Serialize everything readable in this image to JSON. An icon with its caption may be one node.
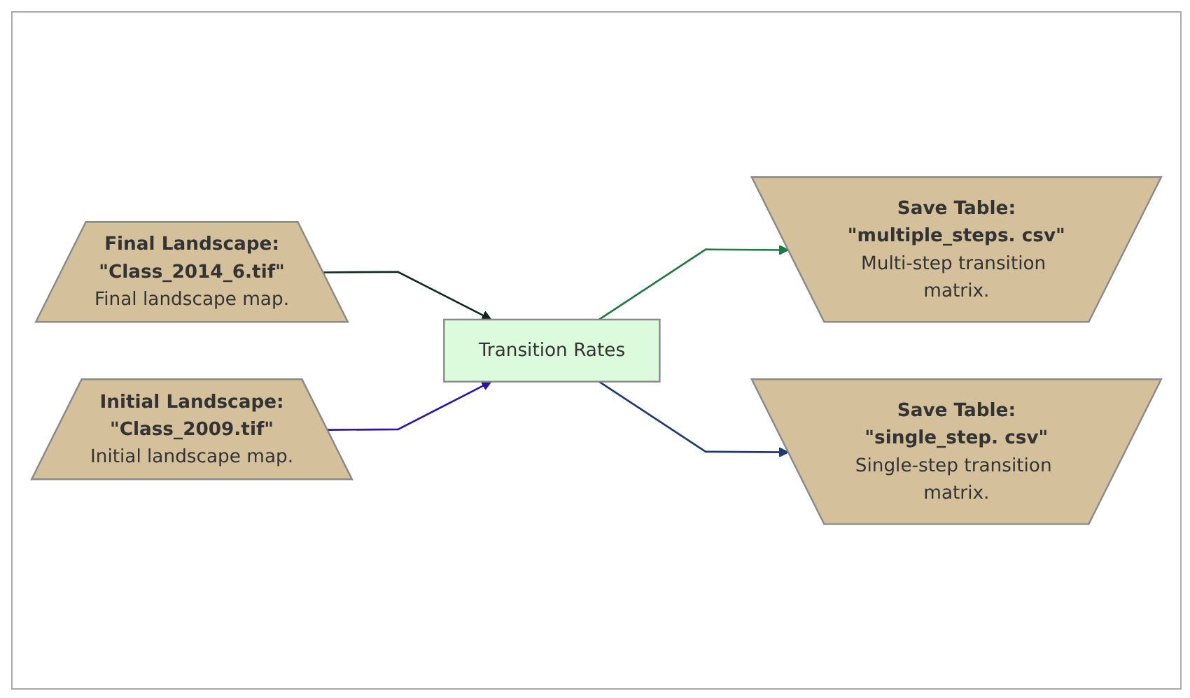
{
  "diagram": {
    "nodes": [
      {
        "text": [
          "Final Landscape:",
          "\"Class_2014_6.tif\"",
          "Final landscape map."
        ]
      },
      {
        "text": [
          "Initial Landscape:",
          "\"Class_2009.tif\"",
          "Initial landscape map."
        ]
      },
      {
        "text": [
          "Transition Rates"
        ]
      },
      {
        "text": [
          "Save Table:",
          "\"multiple_steps. csv\"",
          "Multi-step transition matrix."
        ]
      },
      {
        "text": [
          "Save Table:",
          "\"single_step. csv\"",
          "Single-step transition matrix."
        ]
      }
    ],
    "edges": [
      {
        "from": 0,
        "to": 2,
        "arrow": "to",
        "color": "#0f2a1c"
      },
      {
        "from": 1,
        "to": 2,
        "arrow": "to",
        "color": "#2a10b0"
      },
      {
        "from": 2,
        "to": 3,
        "arrow": "to",
        "color": "#1d7a40"
      },
      {
        "from": 2,
        "to": 4,
        "arrow": "to",
        "color": "#1f3a70"
      }
    ]
  }
}
